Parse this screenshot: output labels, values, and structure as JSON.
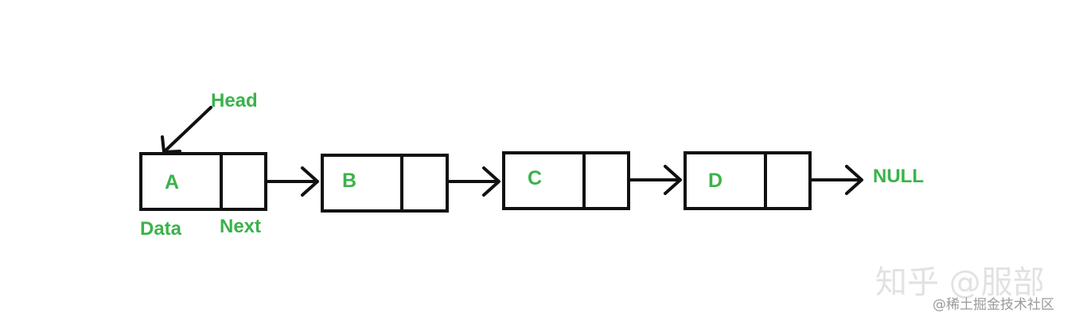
{
  "diagram": {
    "head_label": "Head",
    "nodes": [
      {
        "label": "A"
      },
      {
        "label": "B"
      },
      {
        "label": "C"
      },
      {
        "label": "D"
      }
    ],
    "field_labels": {
      "data": "Data",
      "next": "Next"
    },
    "terminal_label": "NULL"
  },
  "colors": {
    "label_green": "#3ab34a",
    "stroke": "#111111"
  },
  "watermarks": {
    "main": "知乎 @服部",
    "sub": "@稀土掘金技术社区"
  }
}
